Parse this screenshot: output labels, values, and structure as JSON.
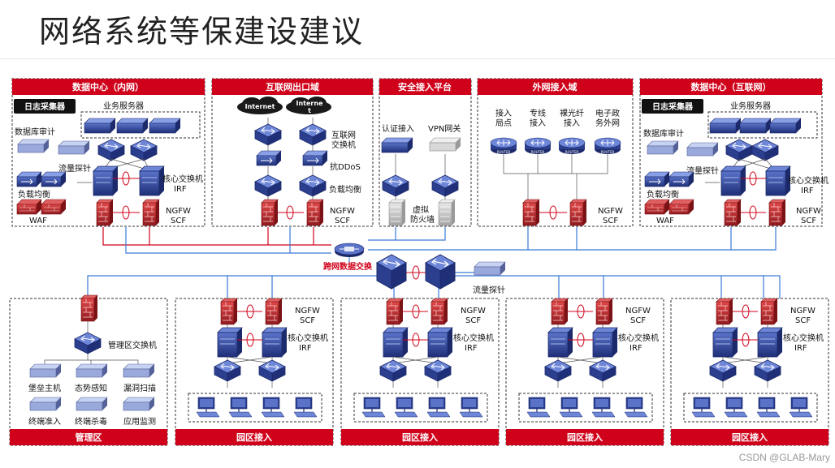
{
  "title": "网络系统等保建设建议",
  "watermark": "CSDN @GLAB-Mary",
  "zones": {
    "dc_internal": "数据中心（内网）",
    "internet_exit": "互联网出口域",
    "secure_access": "安全接入平台",
    "external_access": "外网接入域",
    "dc_internet": "数据中心（互联网）",
    "management": "管理区",
    "campus": "园区接入"
  },
  "labels": {
    "log_collector": "日志采集器",
    "business_server": "业务服务器",
    "db_audit": "数据库审计",
    "flow_probe": "流量探针",
    "load_balance": "负载均衡",
    "waf": "WAF",
    "core_switch_1": "核心交换机",
    "irf": "IRF",
    "ngfw": "NGFW",
    "scf": "SCF",
    "internet": "Internet",
    "internet_split_1": "Interne",
    "internet_split_2": "t",
    "inet_switch_1": "互联网",
    "inet_switch_2": "交换机",
    "anti_ddos": "抗DDoS",
    "auth_access": "认证接入",
    "vpn_gateway": "VPN网关",
    "virtual_fw_1": "虚拟",
    "virtual_fw_2": "防火墙",
    "access_1_a": "接入",
    "access_1_b": "局点",
    "access_2_a": "专线",
    "access_2_b": "接入",
    "access_3_a": "裸光纤",
    "access_3_b": "接入",
    "access_4_a": "电子政",
    "access_4_b": "务外网",
    "router_tag": "ROUTER",
    "cross_net_exchange": "跨网数据交换",
    "mgmt_switch": "管理区交换机",
    "bastion_host": "堡垒主机",
    "situation_awareness": "态势感知",
    "vuln_scan": "漏洞扫描",
    "terminal_access": "终端准入",
    "terminal_av": "终端杀毒",
    "app_monitor": "应用监测"
  },
  "colors": {
    "brand_red": "#d0021b",
    "firewall_red": "#c0282d",
    "device_blue": "#2c3f8f",
    "link_red": "#d0021b",
    "link_blue": "#3a7bd5",
    "line_gray": "#555555"
  }
}
